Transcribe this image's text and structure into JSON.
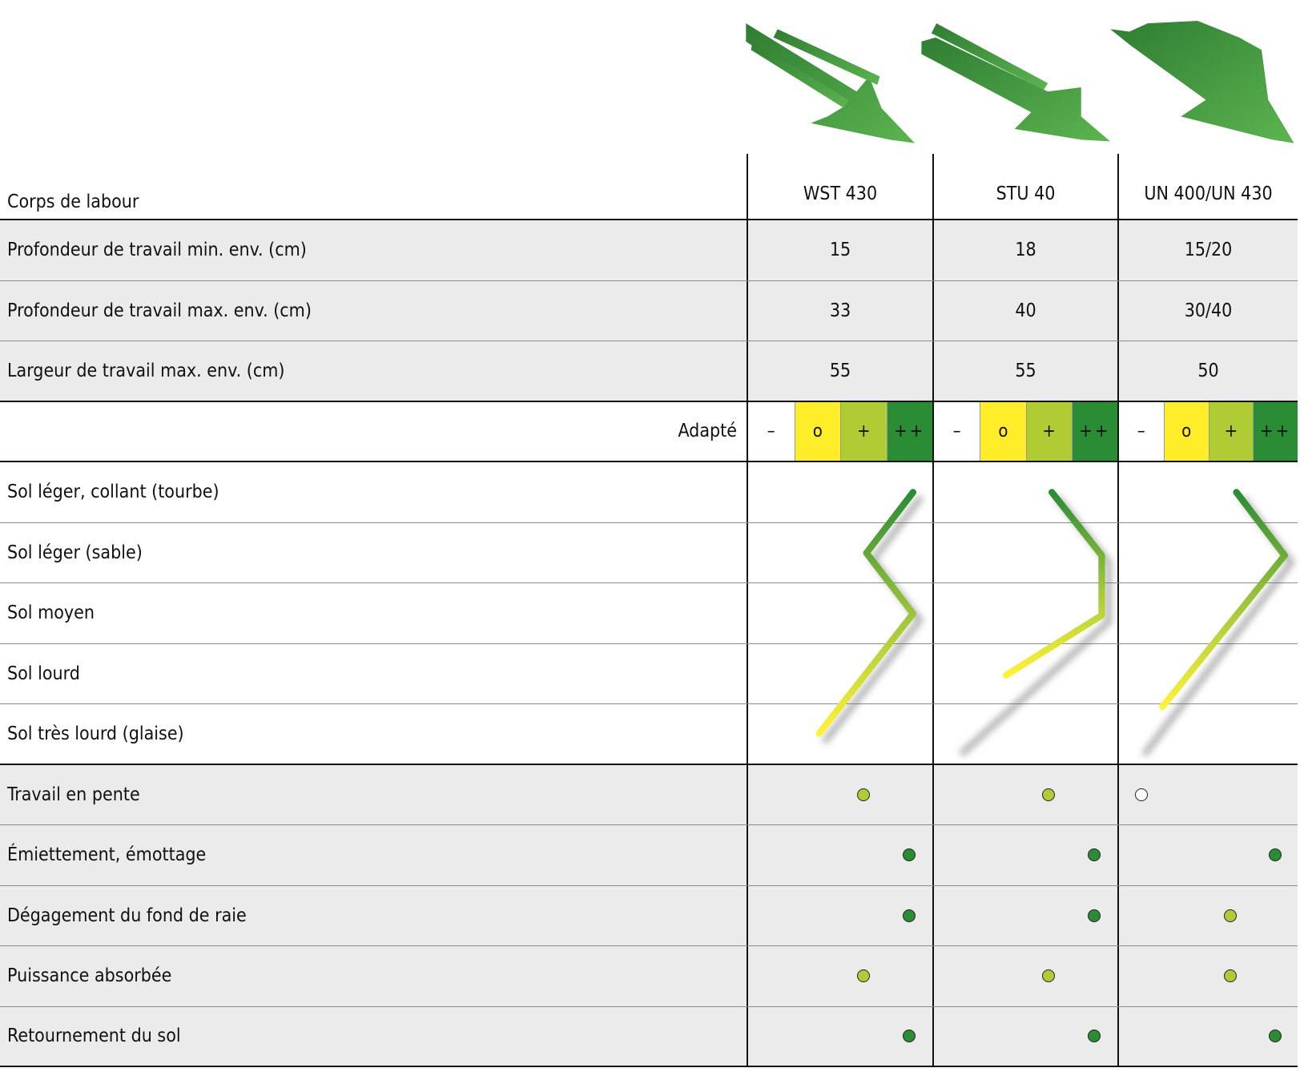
{
  "header": {
    "title": "Corps de labour",
    "products": [
      "WST 430",
      "STU 40",
      "UN 400/UN 430"
    ]
  },
  "specs": [
    {
      "label": "Profondeur de travail min. env. (cm)",
      "values": [
        "15",
        "18",
        "15/20"
      ]
    },
    {
      "label": "Profondeur de travail max. env. (cm)",
      "values": [
        "33",
        "40",
        "30/40"
      ]
    },
    {
      "label": "Largeur de travail max. env. (cm)",
      "values": [
        "55",
        "55",
        "50"
      ]
    }
  ],
  "scale": {
    "label": "Adapté",
    "levels": [
      "–",
      "o",
      "+",
      "++"
    ],
    "colors": [
      "#ffffff",
      "#ffed2a",
      "#b0cc35",
      "#2a8c35"
    ]
  },
  "soils": [
    "Sol léger, collant (tourbe)",
    "Sol léger (sable)",
    "Sol moyen",
    "Sol lourd",
    "Sol très lourd (glaise)"
  ],
  "criteria": [
    {
      "label": "Travail en pente",
      "ratings": [
        2,
        2,
        0
      ]
    },
    {
      "label": "Émiettement, émottage",
      "ratings": [
        3,
        3,
        3
      ]
    },
    {
      "label": "Dégagement du fond de raie",
      "ratings": [
        3,
        3,
        2
      ]
    },
    {
      "label": "Puissance absorbée",
      "ratings": [
        2,
        2,
        2
      ]
    },
    {
      "label": "Retournement du sol",
      "ratings": [
        3,
        3,
        3
      ]
    }
  ]
}
